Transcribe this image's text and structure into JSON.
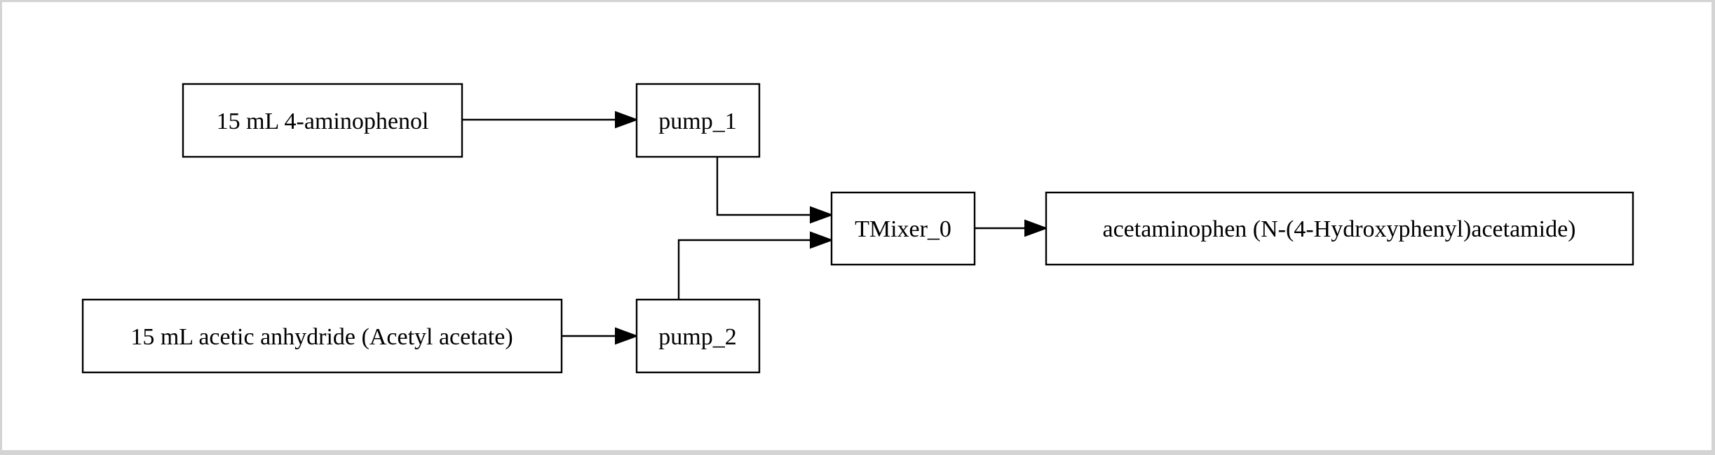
{
  "diagram": {
    "nodes": [
      {
        "id": "reagent_1",
        "label": "15 mL 4-aminophenol"
      },
      {
        "id": "pump_1",
        "label": "pump_1"
      },
      {
        "id": "reagent_2",
        "label": "15 mL acetic anhydride (Acetyl acetate)"
      },
      {
        "id": "pump_2",
        "label": "pump_2"
      },
      {
        "id": "mixer",
        "label": "TMixer_0"
      },
      {
        "id": "product",
        "label": "acetaminophen (N-(4-Hydroxyphenyl)acetamide)"
      }
    ],
    "edges": [
      {
        "from": "reagent_1",
        "to": "pump_1"
      },
      {
        "from": "reagent_2",
        "to": "pump_2"
      },
      {
        "from": "pump_1",
        "to": "mixer"
      },
      {
        "from": "pump_2",
        "to": "mixer"
      },
      {
        "from": "mixer",
        "to": "product"
      }
    ]
  }
}
